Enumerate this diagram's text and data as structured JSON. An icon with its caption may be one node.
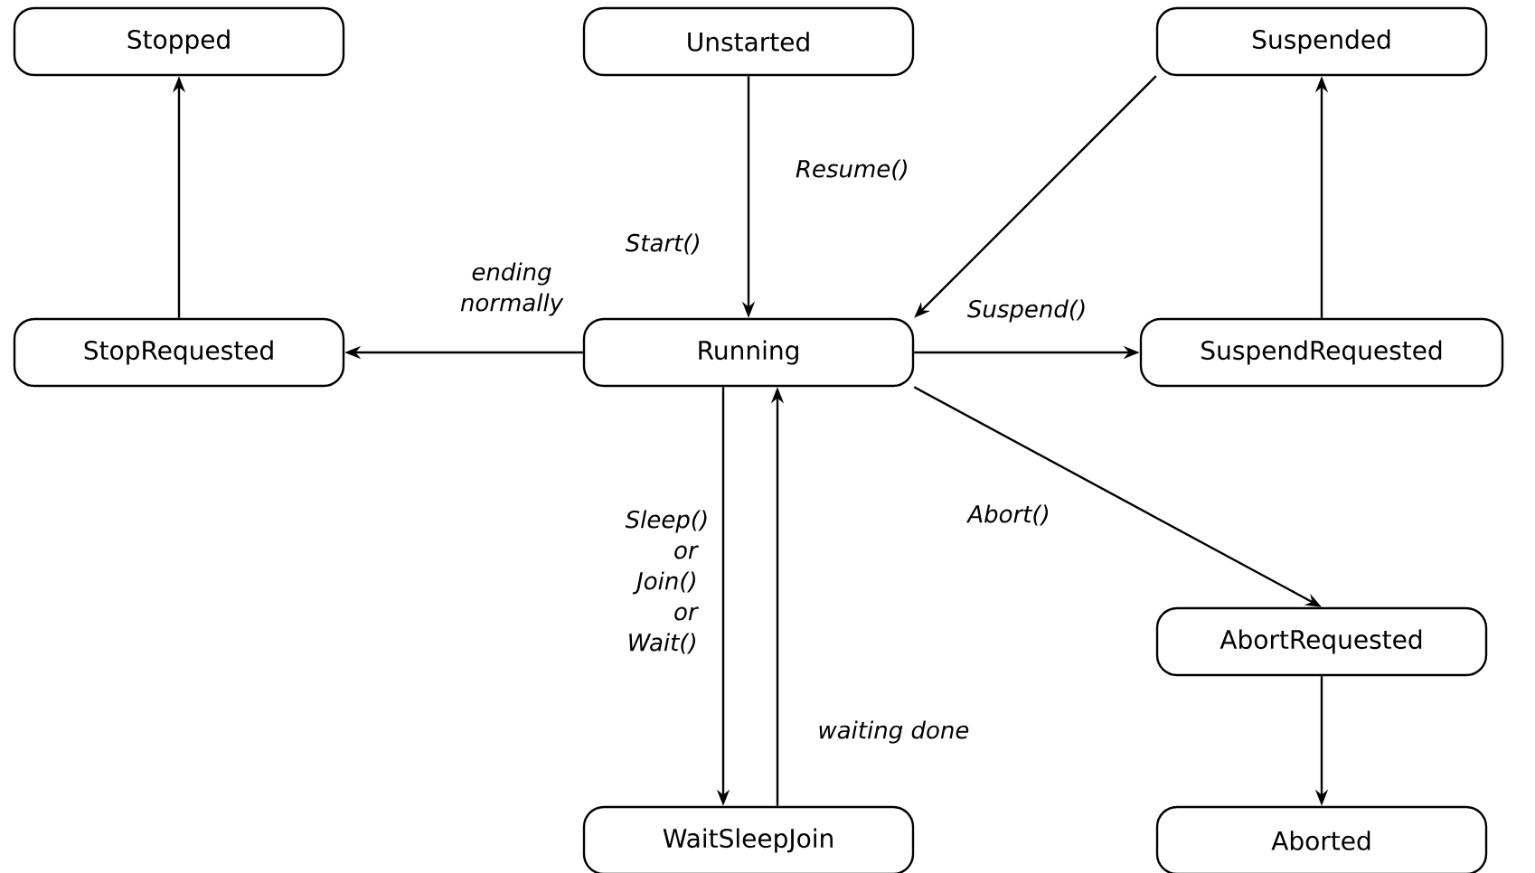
{
  "diagram": {
    "nodes": [
      {
        "text": [
          "Stopped"
        ]
      },
      {
        "text": [
          "Unstarted"
        ]
      },
      {
        "text": [
          "Suspended"
        ]
      },
      {
        "text": [
          "StopRequested"
        ]
      },
      {
        "text": [
          "Running"
        ]
      },
      {
        "text": [
          "SuspendRequested"
        ]
      },
      {
        "text": [
          "AbortRequested"
        ]
      },
      {
        "text": [
          "WaitSleepJoin"
        ]
      },
      {
        "text": [
          "Aborted"
        ]
      }
    ],
    "edges": [
      {
        "from": 1,
        "to": 4,
        "arrow": "to",
        "label": "Start()"
      },
      {
        "from": 2,
        "to": 4,
        "arrow": "to",
        "label": "Resume()"
      },
      {
        "from": 4,
        "to": 3,
        "arrow": "to",
        "label": "ending normally"
      },
      {
        "from": 3,
        "to": 0,
        "arrow": "to"
      },
      {
        "from": 4,
        "to": 5,
        "arrow": "to",
        "label": "Suspend()"
      },
      {
        "from": 5,
        "to": 2,
        "arrow": "to"
      },
      {
        "from": 4,
        "to": 6,
        "arrow": "to",
        "label": "Abort()"
      },
      {
        "from": 6,
        "to": 8,
        "arrow": "to"
      },
      {
        "from": 4,
        "to": 7,
        "arrow": "to",
        "label": "Sleep() or Join() or Wait()"
      },
      {
        "from": 7,
        "to": 4,
        "arrow": "to",
        "label": "waiting done"
      }
    ]
  }
}
